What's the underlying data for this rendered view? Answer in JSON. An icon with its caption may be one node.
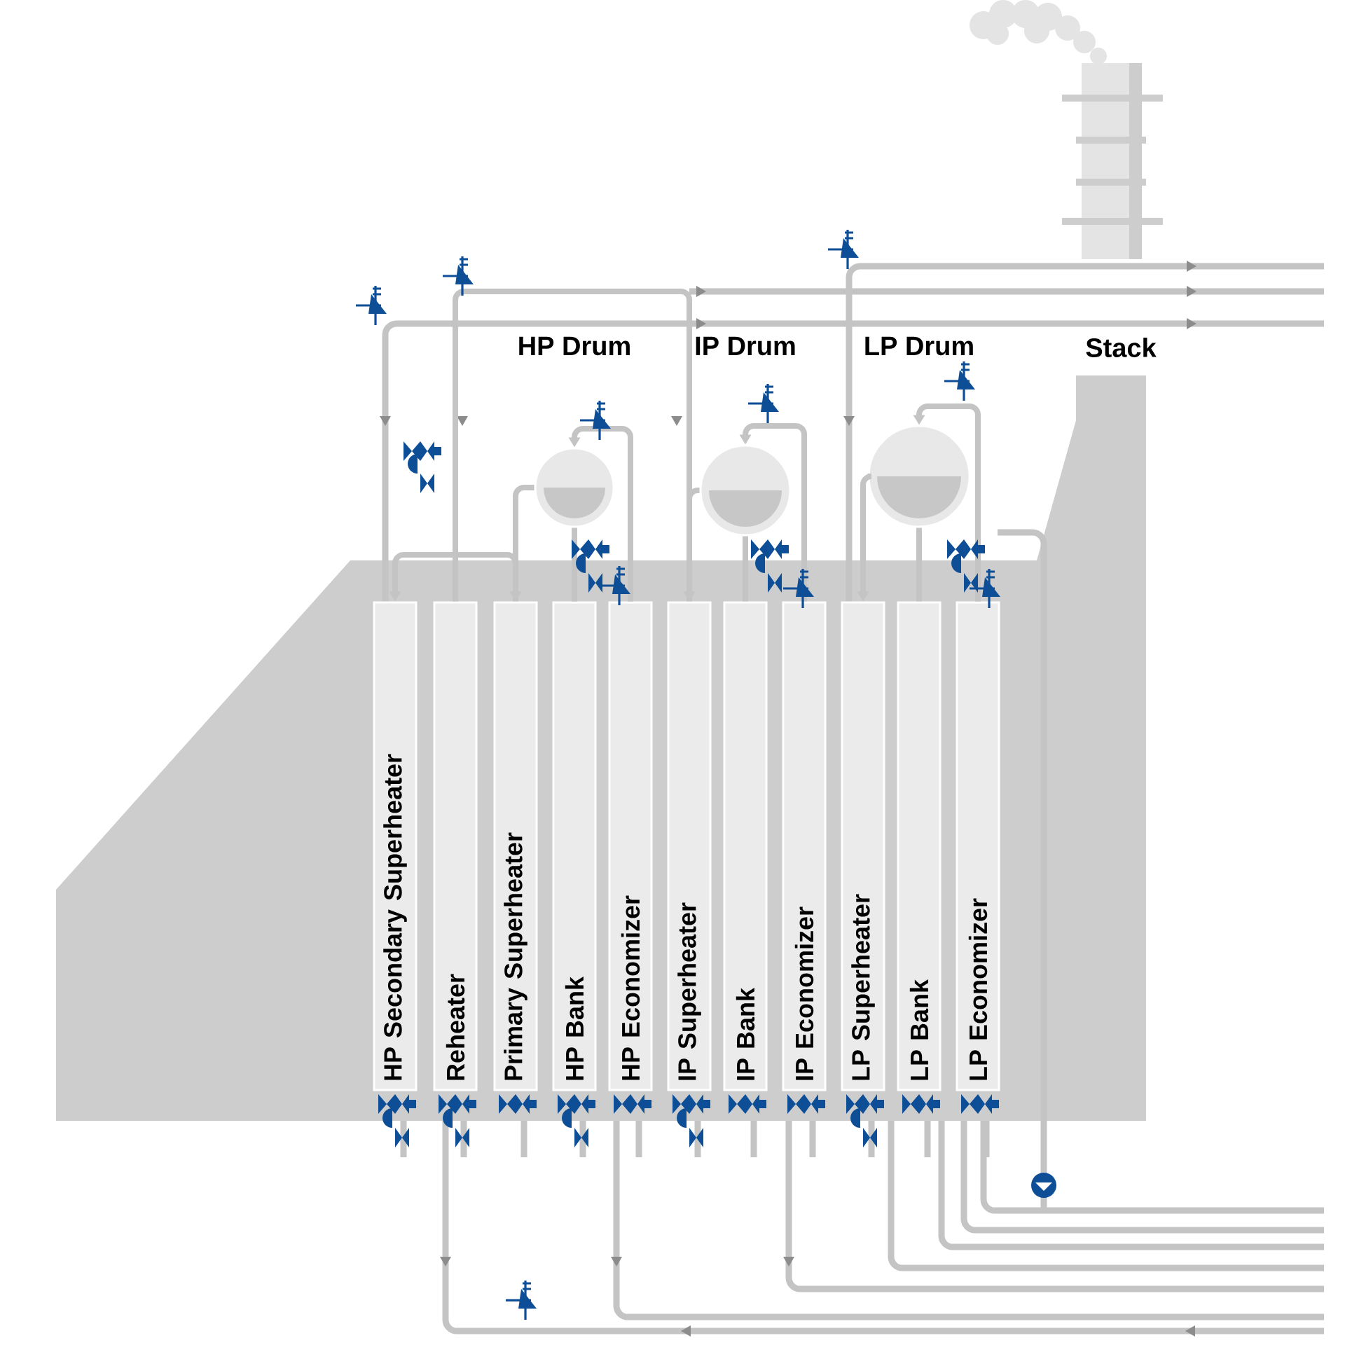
{
  "diagram": {
    "nodes": [
      {
        "text": [
          "HP Drum"
        ]
      },
      {
        "text": [
          "IP Drum"
        ]
      },
      {
        "text": [
          "LP Drum"
        ]
      },
      {
        "text": [
          "Stack"
        ]
      },
      {
        "text": [
          "HP Secondary Superheater"
        ]
      },
      {
        "text": [
          "Reheater"
        ]
      },
      {
        "text": [
          "Primary Superheater"
        ]
      },
      {
        "text": [
          "HP Bank"
        ]
      },
      {
        "text": [
          "HP Economizer"
        ]
      },
      {
        "text": [
          "IP Superheater"
        ]
      },
      {
        "text": [
          "IP Bank"
        ]
      },
      {
        "text": [
          "IP Economizer"
        ]
      },
      {
        "text": [
          "LP Superheater"
        ]
      },
      {
        "text": [
          "LP Bank"
        ]
      },
      {
        "text": [
          "LP Economizer"
        ]
      }
    ],
    "edges": [
      {
        "from": 8,
        "to": 0,
        "arrow": "to"
      },
      {
        "from": 0,
        "to": 6,
        "arrow": "to"
      },
      {
        "from": 0,
        "to": 7,
        "arrow": "none"
      },
      {
        "from": 6,
        "to": 4,
        "arrow": "to"
      },
      {
        "from": 11,
        "to": 1,
        "arrow": "to"
      },
      {
        "from": 1,
        "to": 9,
        "arrow": "to"
      },
      {
        "from": 1,
        "to": 10,
        "arrow": "none"
      },
      {
        "from": 14,
        "to": 2,
        "arrow": "to"
      },
      {
        "from": 2,
        "to": 12,
        "arrow": "to"
      },
      {
        "from": 2,
        "to": 13,
        "arrow": "none"
      },
      {
        "from": 9,
        "to": 5,
        "arrow": "none"
      }
    ]
  }
}
